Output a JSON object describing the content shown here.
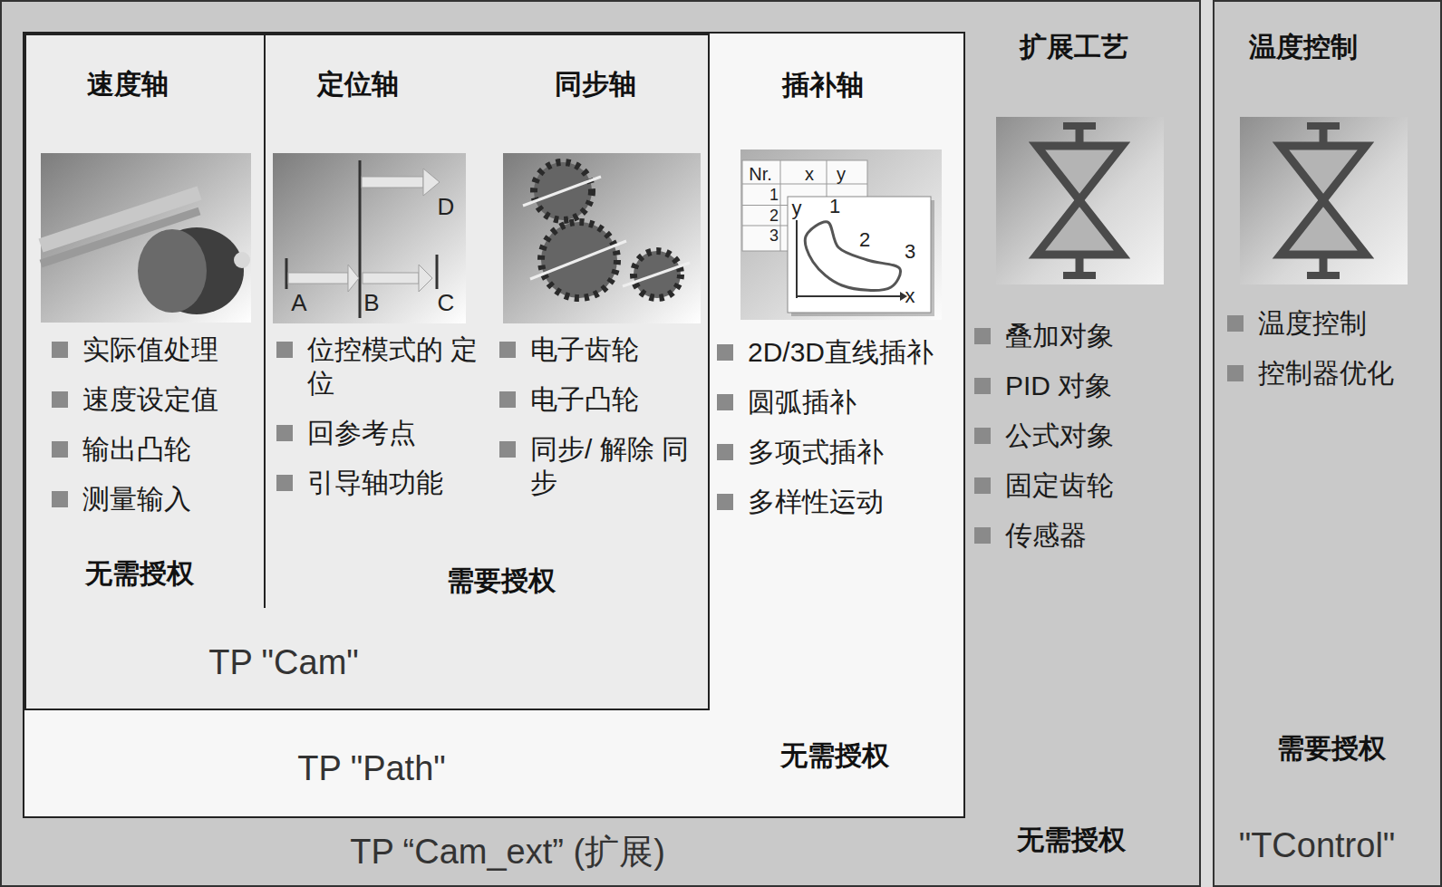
{
  "diagram": {
    "nodes": [
      {
        "text": [
          "TP “Cam_ext” (扩展)"
        ]
      },
      {
        "text": [
          "TP \"Path\"",
          "无需授权"
        ],
        "in": 0
      },
      {
        "text": [
          "需要授权",
          "TP \"Cam\""
        ],
        "in": 1
      },
      {
        "text": [
          "速度轴",
          "实际值处理",
          "速度设定值",
          "输出凸轮",
          "测量输入",
          "无需授权"
        ],
        "in": 2
      },
      {
        "text": [
          "定位轴",
          "位控模式的 定位",
          "回参考点",
          "引导轴功能"
        ],
        "in": 2
      },
      {
        "text": [
          "同步轴",
          "电子齿轮",
          "电子凸轮",
          "同步/ 解除 同步"
        ],
        "in": 2
      },
      {
        "text": [
          "插补轴",
          "2D/3D直线插补",
          "圆弧插补",
          "多项式插补",
          "多样性运动"
        ],
        "in": 1
      },
      {
        "text": [
          "扩展工艺",
          "叠加对象",
          "PID 对象",
          "公式对象",
          "固定齿轮",
          "传感器",
          "无需授权"
        ],
        "in": 0
      },
      {
        "text": [
          "温度控制",
          "温度控制",
          "控制器优化",
          "需要授权",
          "\"TControl\""
        ]
      }
    ],
    "labels": [
      "D",
      "A",
      "B",
      "C",
      "Nr.",
      "x",
      "y",
      "1",
      "2",
      "3",
      "y",
      "1",
      "2",
      "3",
      "x"
    ]
  }
}
